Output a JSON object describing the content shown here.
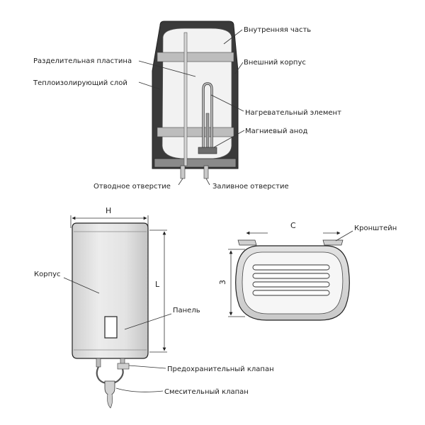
{
  "section_diagram": {
    "labels": {
      "inner_tank": "Внутренняя часть",
      "divider_plate": "Разделительная пластина",
      "outer_casing": "Внешний корпус",
      "insulation_layer": "Теплоизолирующий слой",
      "heating_element": "Нагревательный элемент",
      "magnesium_anode": "Магниевый анод",
      "outlet": "Отводное отверстие",
      "inlet": "Заливное отверстие"
    }
  },
  "front_view": {
    "width_label": "H",
    "length_label": "L",
    "body_label": "Корпус",
    "panel_label": "Панель",
    "safety_valve_label": "Предохранительный клапан",
    "mixing_valve_label": "Смесительный клапан"
  },
  "back_view": {
    "width_label": "C",
    "height_label": "3",
    "bracket_label": "Кронштейн"
  },
  "colors": {
    "line": "#333333",
    "casing_fill": "#d8d8d8",
    "tank_fill": "#f4f4f4",
    "dark_insulation": "#3a3a3a"
  }
}
